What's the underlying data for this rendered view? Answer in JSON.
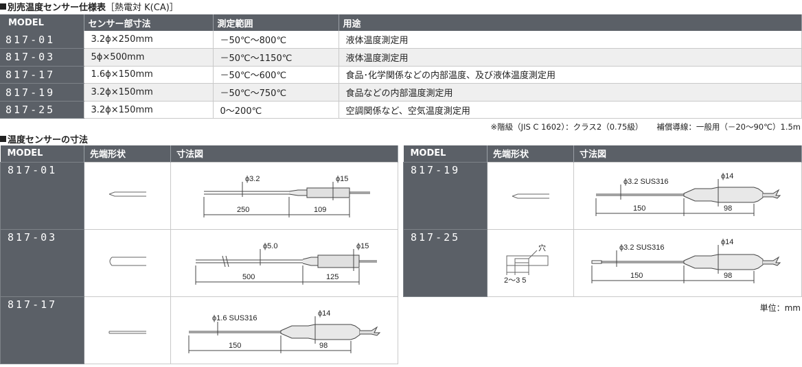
{
  "spec_section": {
    "title": "別売温度センサー仕様表",
    "subtitle": "［熱電対 K(CA)］"
  },
  "spec_table": {
    "headers": [
      "MODEL",
      "センサー部寸法",
      "測定範囲",
      "用途"
    ],
    "rows": [
      [
        "817-01",
        "3.2ϕ×250mm",
        "－50℃～800℃",
        "液体温度測定用"
      ],
      [
        "817-03",
        "5ϕ×500mm",
        "－50℃～1150℃",
        "液体温度測定用"
      ],
      [
        "817-17",
        "1.6ϕ×150mm",
        "－50℃～600℃",
        "食品･化学関係などの内部温度、及び液体温度測定用"
      ],
      [
        "817-19",
        "3.2ϕ×150mm",
        "－50℃～750℃",
        "食品などの内部温度測定用"
      ],
      [
        "817-25",
        "3.2ϕ×150mm",
        "0～200℃",
        "空調関係など、空気温度測定用"
      ]
    ]
  },
  "notes": {
    "class": "※階級（JIS C 1602）：クラス2（0.75級）",
    "lead": "補償導線：一般用（－20～90℃）1.5m"
  },
  "dim_section": {
    "title": "温度センサーの寸法"
  },
  "dim_table_headers": [
    "MODEL",
    "先端形状",
    "寸法図"
  ],
  "dim_left": [
    {
      "model": "817-01",
      "d1": "ϕ3.2",
      "d2": "ϕ15",
      "l1": "250",
      "l2": "109"
    },
    {
      "model": "817-03",
      "d1": "ϕ5.0",
      "d2": "ϕ15",
      "l1": "500",
      "l2": "125"
    },
    {
      "model": "817-17",
      "d1": "ϕ1.6  SUS316",
      "d2": "ϕ14",
      "l1": "150",
      "l2": "98"
    }
  ],
  "dim_right": [
    {
      "model": "817-19",
      "d1": "ϕ3.2 SUS316",
      "d2": "ϕ14",
      "l1": "150",
      "l2": "98"
    },
    {
      "model": "817-25",
      "d1": "ϕ3.2 SUS316",
      "d2": "ϕ14",
      "l1": "150",
      "l2": "98",
      "hole": "穴",
      "tip_dims": "2～3  5"
    }
  ],
  "unit_note": "単位：mm"
}
